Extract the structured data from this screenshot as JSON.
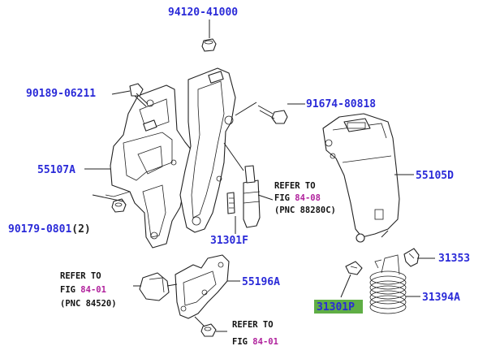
{
  "diagram": {
    "part_labels": [
      {
        "id": "p1",
        "text": "94120-41000"
      },
      {
        "id": "p2",
        "text": "90189-06211"
      },
      {
        "id": "p3",
        "text": "91674-80818"
      },
      {
        "id": "p4",
        "text": "55107A"
      },
      {
        "id": "p5",
        "text": "55105D"
      },
      {
        "id": "p6",
        "text": "90179-0801"
      },
      {
        "id": "p6q",
        "text": "(2)"
      },
      {
        "id": "p7",
        "text": "31301F"
      },
      {
        "id": "p8",
        "text": "31353"
      },
      {
        "id": "p9",
        "text": "55196A"
      },
      {
        "id": "p10",
        "text": "31301P"
      },
      {
        "id": "p11",
        "text": "31394A"
      }
    ],
    "references": [
      {
        "id": "r1",
        "refer": "REFER TO",
        "fig_prefix": "FIG",
        "fig": "84-08",
        "pnc": "(PNC 88280C)"
      },
      {
        "id": "r2",
        "refer": "REFER TO",
        "fig_prefix": "FIG",
        "fig": "84-01",
        "pnc": "(PNC 84520)"
      },
      {
        "id": "r3",
        "refer": "REFER TO",
        "fig_prefix": "FIG",
        "fig": "84-01"
      }
    ],
    "highlight_color": "#5fae45",
    "label_color": "#2a2ad8",
    "fig_color": "#b0209c"
  }
}
